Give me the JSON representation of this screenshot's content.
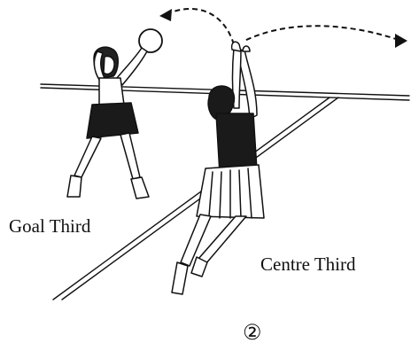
{
  "labels": {
    "goal_third": "Goal Third",
    "centre_third": "Centre Third",
    "step_number": "②"
  },
  "colors": {
    "ink": "#111111",
    "background": "#ffffff"
  }
}
